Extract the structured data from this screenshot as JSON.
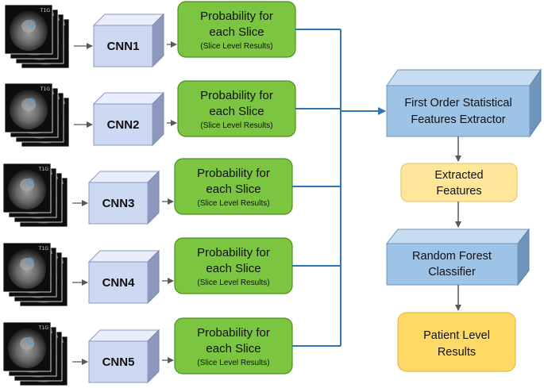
{
  "colors": {
    "cube_face": "#cdd9f2",
    "cube_side": "#8d98bf",
    "cube_top": "#e8eefb",
    "prob_fill": "#7cc540",
    "prob_stroke": "#4f8f23",
    "blue_face": "#9dc3e6",
    "blue_side": "#6f95bd",
    "blue_top": "#c6dcf0",
    "features_fill": "#ffe699",
    "results_fill": "#ffd966",
    "connector_blue": "#2e75b6",
    "arrow_gray": "#595959"
  },
  "branches": [
    {
      "mri_label": "T1G",
      "cnn_label": "CNN1",
      "prob_title_line1": "Probability for",
      "prob_title_line2": "each Slice",
      "prob_subtitle": "(Slice Level Results)"
    },
    {
      "mri_label": "T1G",
      "cnn_label": "CNN2",
      "prob_title_line1": "Probability for",
      "prob_title_line2": "each Slice",
      "prob_subtitle": "(Slice Level Results)"
    },
    {
      "mri_label": "T1G",
      "cnn_label": "CNN3",
      "prob_title_line1": "Probability for",
      "prob_title_line2": "each Slice",
      "prob_subtitle": "(Slice Level Results)"
    },
    {
      "mri_label": "T1G",
      "cnn_label": "CNN4",
      "prob_title_line1": "Probability for",
      "prob_title_line2": "each Slice",
      "prob_subtitle": "(Slice Level Results)"
    },
    {
      "mri_label": "T1G",
      "cnn_label": "CNN5",
      "prob_title_line1": "Probability for",
      "prob_title_line2": "each Slice",
      "prob_subtitle": "(Slice Level Results)"
    }
  ],
  "pipeline": {
    "extractor_line1": "First Order Statistical",
    "extractor_line2": "Features Extractor",
    "features_line1": "Extracted",
    "features_line2": "Features",
    "classifier_line1": "Random Forest",
    "classifier_line2": "Classifier",
    "results_line1": "Patient Level",
    "results_line2": "Results"
  }
}
